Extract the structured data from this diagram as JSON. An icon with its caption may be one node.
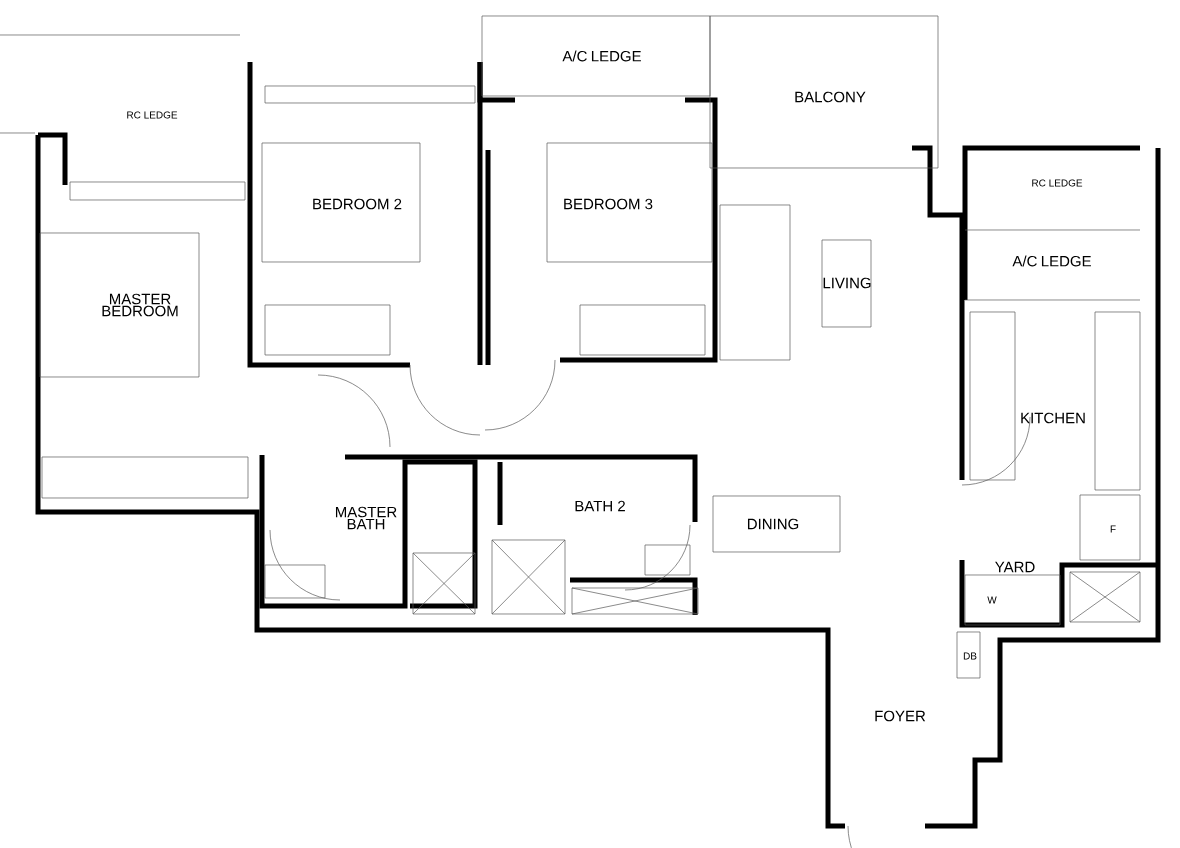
{
  "diagram": {
    "labels": [
      "A/C LEDGE",
      "BALCONY",
      "RC LEDGE",
      "BEDROOM 2",
      "BEDROOM 3",
      "RC LEDGE",
      "A/C LEDGE",
      "MASTER BEDROOM",
      "LIVING",
      "KITCHEN",
      "MASTER BATH",
      "BATH 2",
      "DINING",
      "F",
      "YARD",
      "W",
      "DB",
      "FOYER"
    ]
  }
}
